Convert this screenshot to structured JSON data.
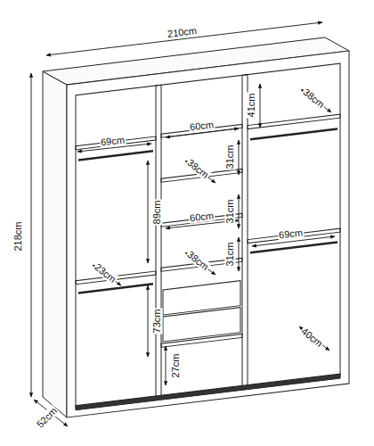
{
  "diagram": {
    "labels": [
      "210cm",
      "41cm",
      "38cm",
      "60cm",
      "69cm",
      "31cm",
      "38cm",
      "218cm",
      "89cm",
      "31cm",
      "60cm",
      "69cm",
      "31cm",
      "38cm",
      "23cm",
      "73cm",
      "40cm",
      "27cm",
      "52cm"
    ]
  }
}
